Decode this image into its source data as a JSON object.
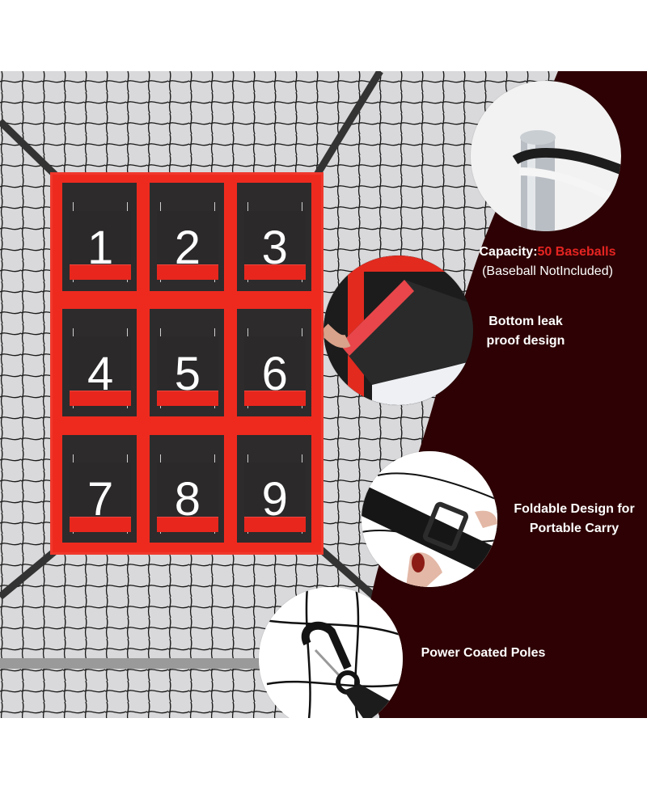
{
  "product": {
    "name": "Baseball pitching target net",
    "target_numbers": [
      "1",
      "2",
      "3",
      "4",
      "5",
      "6",
      "7",
      "8",
      "9"
    ]
  },
  "features": [
    {
      "id": "capacity",
      "label_prefix": "Capacity:",
      "label_accent": "50 Baseballs",
      "sub_label": "(Baseball NotIncluded)",
      "icon": "pole-cap-bungee-icon"
    },
    {
      "id": "leak-proof",
      "line1": "Bottom leak",
      "line2": "proof design",
      "icon": "pocket-flap-icon"
    },
    {
      "id": "foldable",
      "line1": "Foldable Design for",
      "line2": "Portable Carry",
      "icon": "strap-buckle-icon"
    },
    {
      "id": "poles",
      "line1": "Power Coated Poles",
      "icon": "snap-hook-icon"
    }
  ],
  "colors": {
    "maroon_panel": "#2e0204",
    "target_red": "#ee2a1f",
    "pocket_black": "#2d2b2c",
    "accent_red": "#e52421",
    "net_bg": "#d9d9db",
    "caption_text": "#ffffff"
  }
}
